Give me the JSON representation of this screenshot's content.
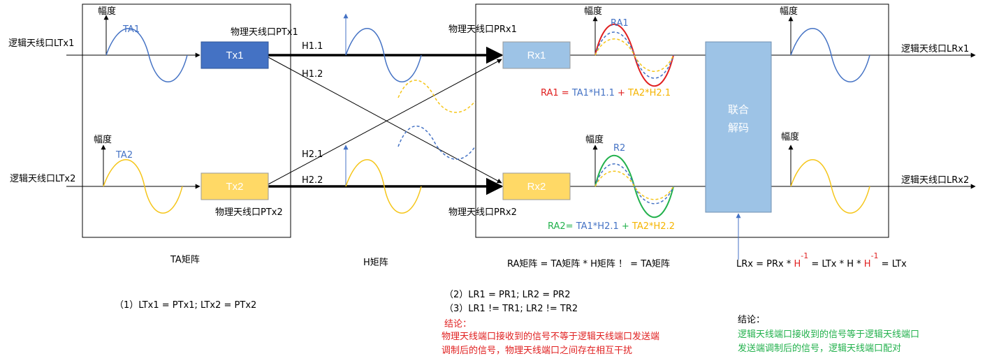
{
  "axis_label": "幅度",
  "ports": {
    "ltx1": "逻辑天线口LTx1",
    "ltx2": "逻辑天线口LTx2",
    "ptx1": "物理天线口PTx1",
    "ptx2": "物理天线口PTx2",
    "prx1": "物理天线口PRx1",
    "prx2": "物理天线口PRx2",
    "lrx1": "逻辑天线口LRx1",
    "lrx2": "逻辑天线口LRx2"
  },
  "boxes": {
    "tx1": "Tx1",
    "tx2": "Tx2",
    "rx1": "Rx1",
    "rx2": "Rx2",
    "joint_line1": "联合",
    "joint_line2": "解码"
  },
  "signals": {
    "ta1": "TA1",
    "ta2": "TA2",
    "ra1": "RA1",
    "r2": "R2"
  },
  "channels": {
    "h11": "H1.1",
    "h12": "H1.2",
    "h21": "H2.1",
    "h22": "H2.2"
  },
  "equations": {
    "ra1": {
      "prefix": "RA1 = ",
      "t1": "TA1*H1.1",
      "plus": " + ",
      "t2": "TA2*H2.1"
    },
    "ra2": {
      "prefix": "RA2= ",
      "t1": "TA1*H2.1",
      "plus": " + ",
      "t2": "TA2*H2.2"
    }
  },
  "matrix_labels": {
    "ta": "TA矩阵",
    "h": "H矩阵",
    "ra": "RA矩阵 = TA矩阵 * H矩阵 ！ = TA矩阵"
  },
  "lrx_formula": {
    "a": "LRx = PRx * ",
    "h": "H",
    "exp": "-1",
    "b": " = LTx * H * ",
    "c": " = LTx"
  },
  "notes": {
    "n1": "（1）LTx1 = PTx1;     LTx2 = PTx2",
    "n2": "（2）LR1 = PR1;     LR2 = PR2",
    "n3": "（3）LR1 != TR1;    LR2 != TR2"
  },
  "conclusion_red": {
    "title": "结论：",
    "line1": "物理天线端口接收到的信号不等于逻辑天线端口发送端",
    "line2": "调制后的信号，物理天线端口之间存在相互干扰"
  },
  "conclusion_black": {
    "title": "结论：",
    "line1": "逻辑天线端口接收到的信号等于逻辑天线端口",
    "line2": "发送端调制后的信号，逻辑天线端口配对"
  },
  "colors": {
    "blue": "#4472c4",
    "tx1_fill": "#4472c4",
    "tx2_fill": "#ffd966",
    "rx1_fill": "#9dc3e6",
    "rx2_fill": "#ffd966",
    "joint_fill": "#9dc3e6",
    "yellow_wave": "#f5c518",
    "red": "#e02020",
    "green": "#22b14c"
  }
}
